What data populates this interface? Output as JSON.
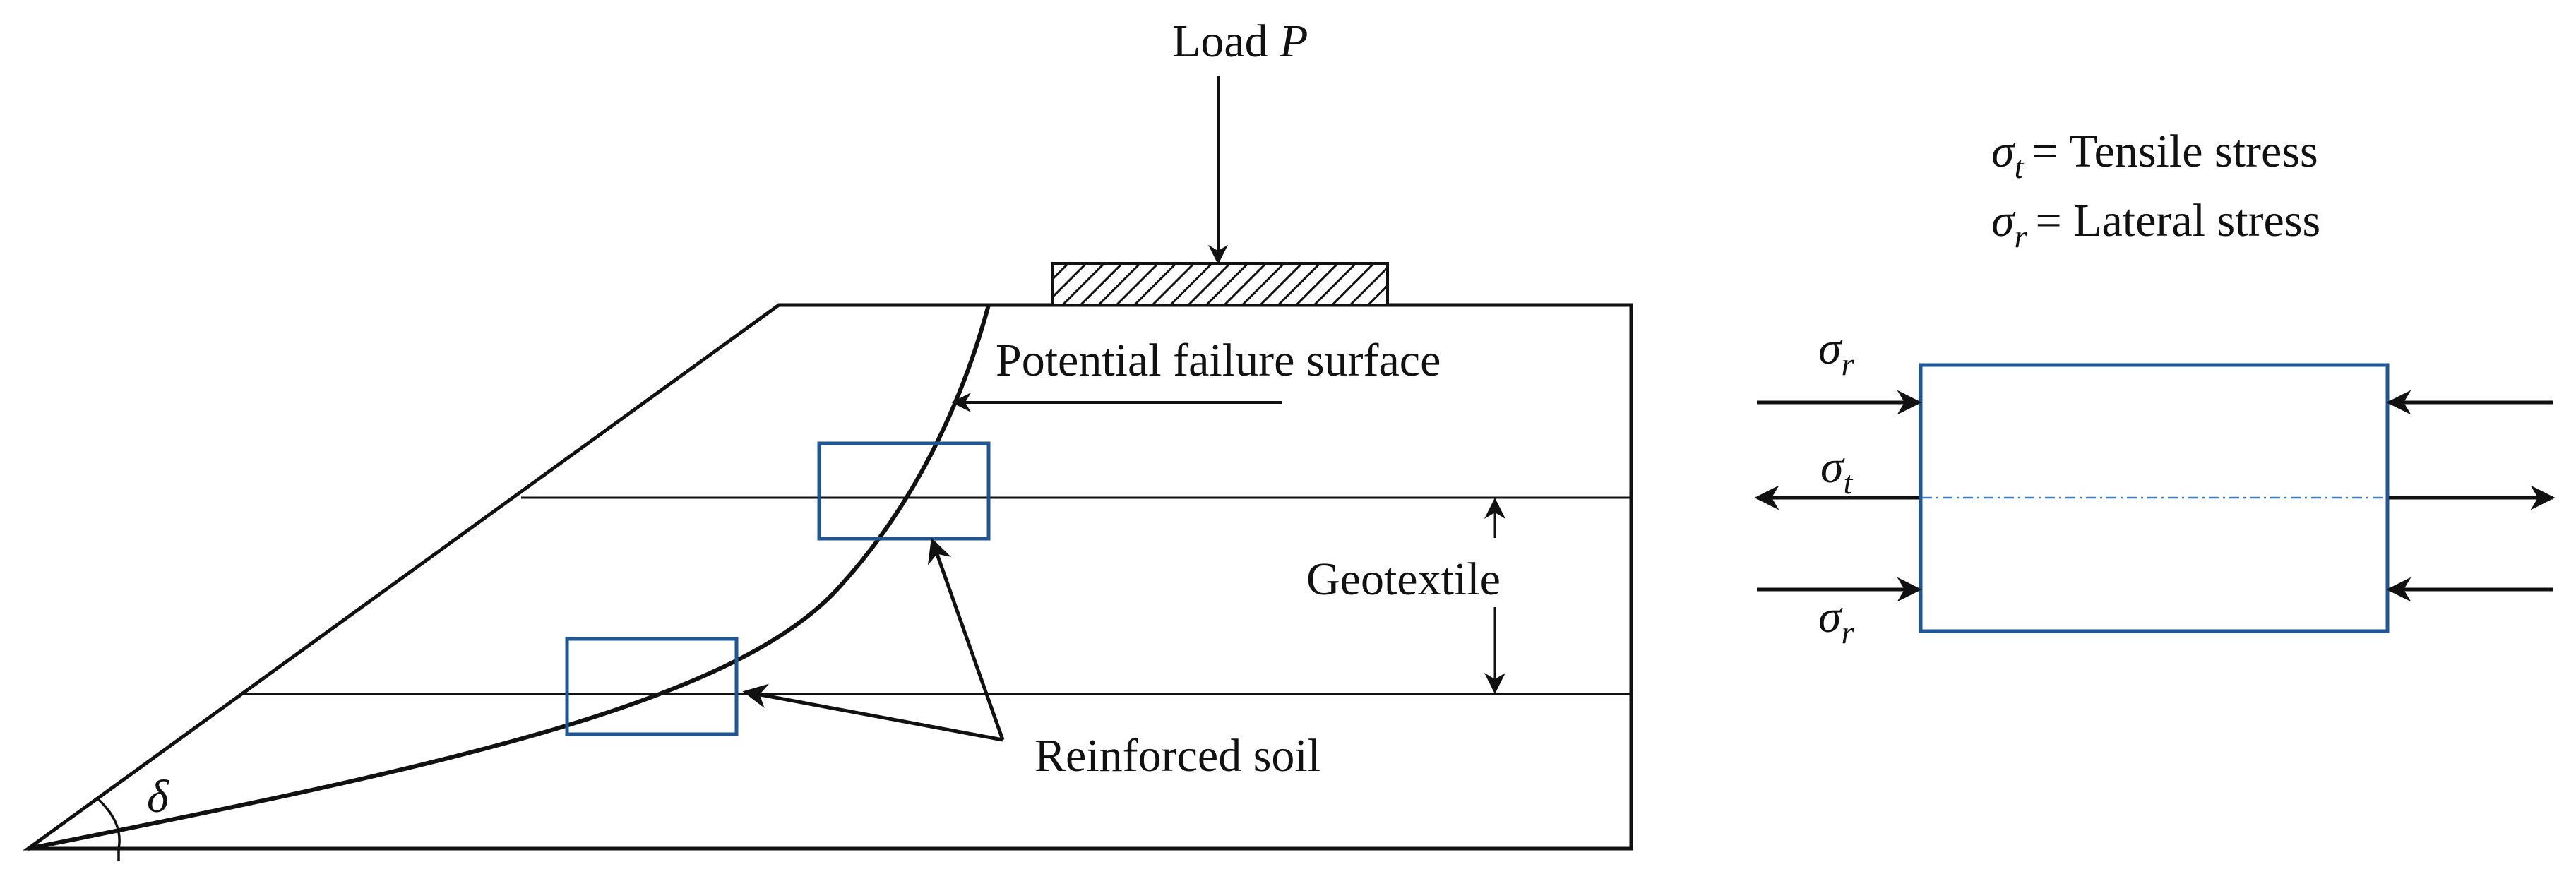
{
  "colors": {
    "ink": "#111111",
    "accent": "#1f5796",
    "axis": "#3c7fc2"
  },
  "labels": {
    "load_text": "Load ",
    "load_symbol": "P",
    "failure_surface": "Potential failure surface",
    "geotextile": "Geotextile",
    "reinforced_soil": "Reinforced soil",
    "angle_symbol": "δ"
  },
  "legend": {
    "tensile": {
      "symbol": "σ",
      "sub": "t",
      "text": "= Tensile stress"
    },
    "lateral": {
      "symbol": "σ",
      "sub": "r",
      "text": "= Lateral stress"
    }
  },
  "element_labels": {
    "top": {
      "symbol": "σ",
      "sub": "r"
    },
    "middle": {
      "symbol": "σ",
      "sub": "t"
    },
    "bottom": {
      "symbol": "σ",
      "sub": "r"
    }
  }
}
